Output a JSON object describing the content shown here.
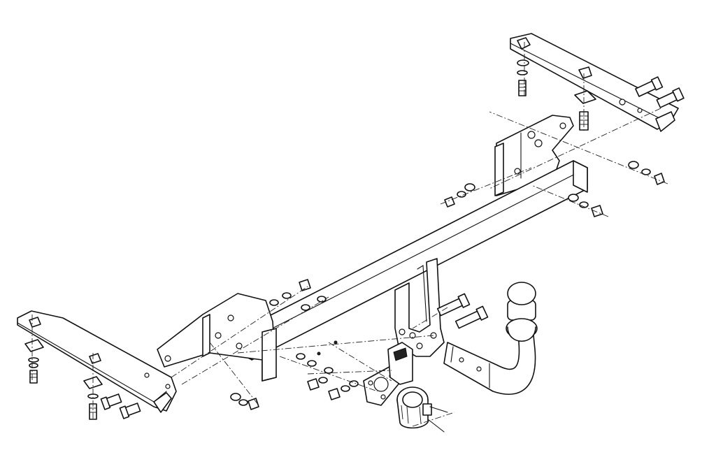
{
  "figure": {
    "description_visible_text": "",
    "colors": {
      "line": "#111111",
      "background": "#ffffff"
    },
    "components": [
      "left-mounting-bracket",
      "right-mounting-bracket",
      "main-crossbar",
      "left-side-plate",
      "right-side-plate",
      "center-receiver-plate",
      "tow-ball-neck",
      "tow-ball",
      "socket-bracket",
      "electrical-socket",
      "bolts",
      "nuts",
      "washers"
    ]
  }
}
